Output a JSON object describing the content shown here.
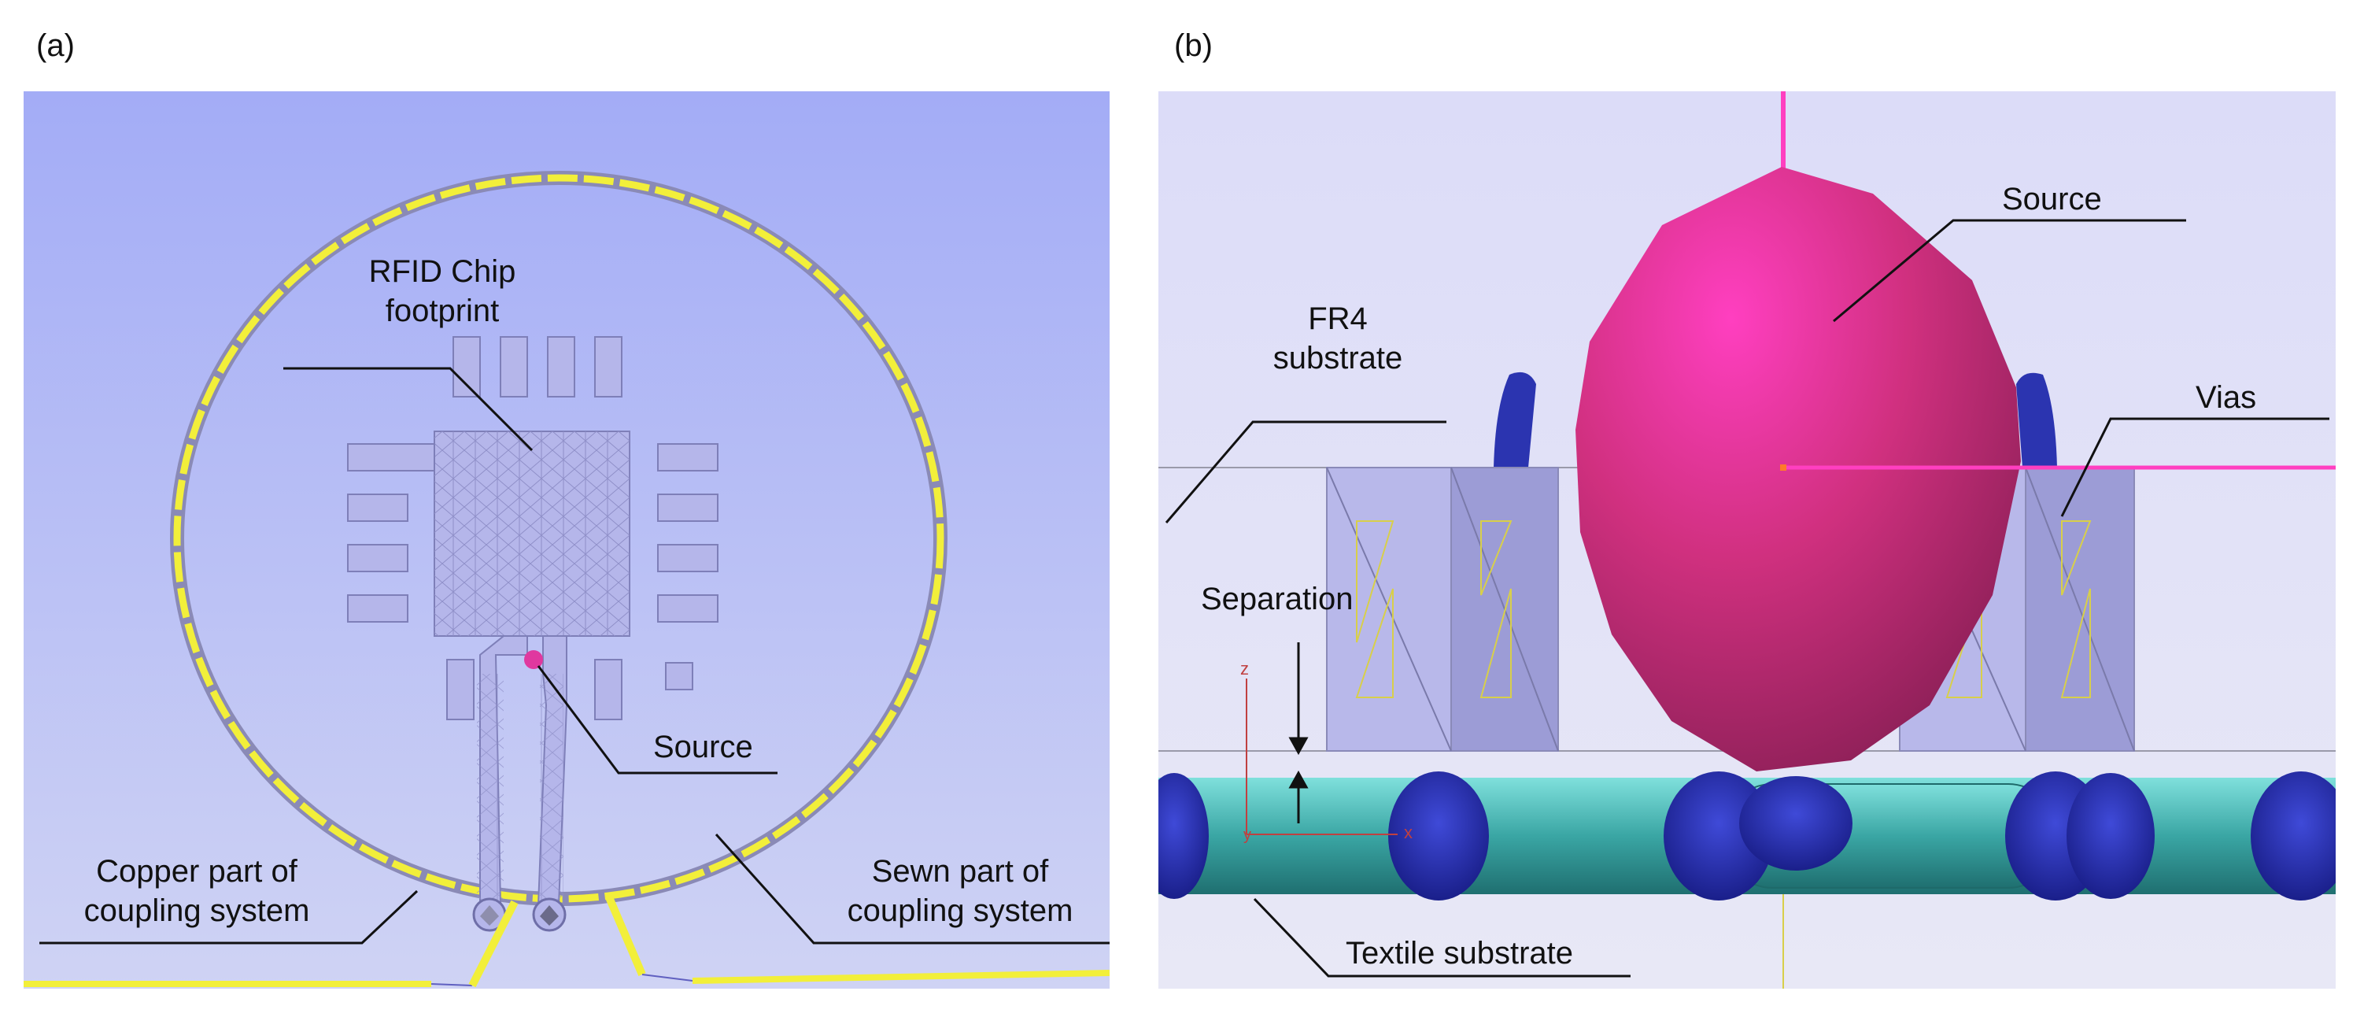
{
  "figure": {
    "panels": [
      {
        "id": "a",
        "label": "(a)",
        "callouts": {
          "chip_line1": "RFID Chip",
          "chip_line2": "footprint",
          "source": "Source",
          "copper_line1": "Copper part of",
          "copper_line2": "coupling system",
          "sewn_line1": "Sewn part of",
          "sewn_line2": "coupling system"
        }
      },
      {
        "id": "b",
        "label": "(b)",
        "callouts": {
          "source": "Source",
          "fr4_line1": "FR4",
          "fr4_line2": "substrate",
          "vias": "Vias",
          "separation": "Separation",
          "textile": "Textile substrate",
          "axis_z": "z",
          "axis_x": "x",
          "axis_y": "y"
        }
      }
    ],
    "colors": {
      "background_a": "#a9b2f5",
      "background_b": "#dcdcf7",
      "loop_yellow": "#f2ef3a",
      "source_magenta": "#e0389f",
      "via_blue": "#2b34b0",
      "textile_teal": "#3ea8a6",
      "mesh_lavender": "#b5b6ea"
    }
  }
}
